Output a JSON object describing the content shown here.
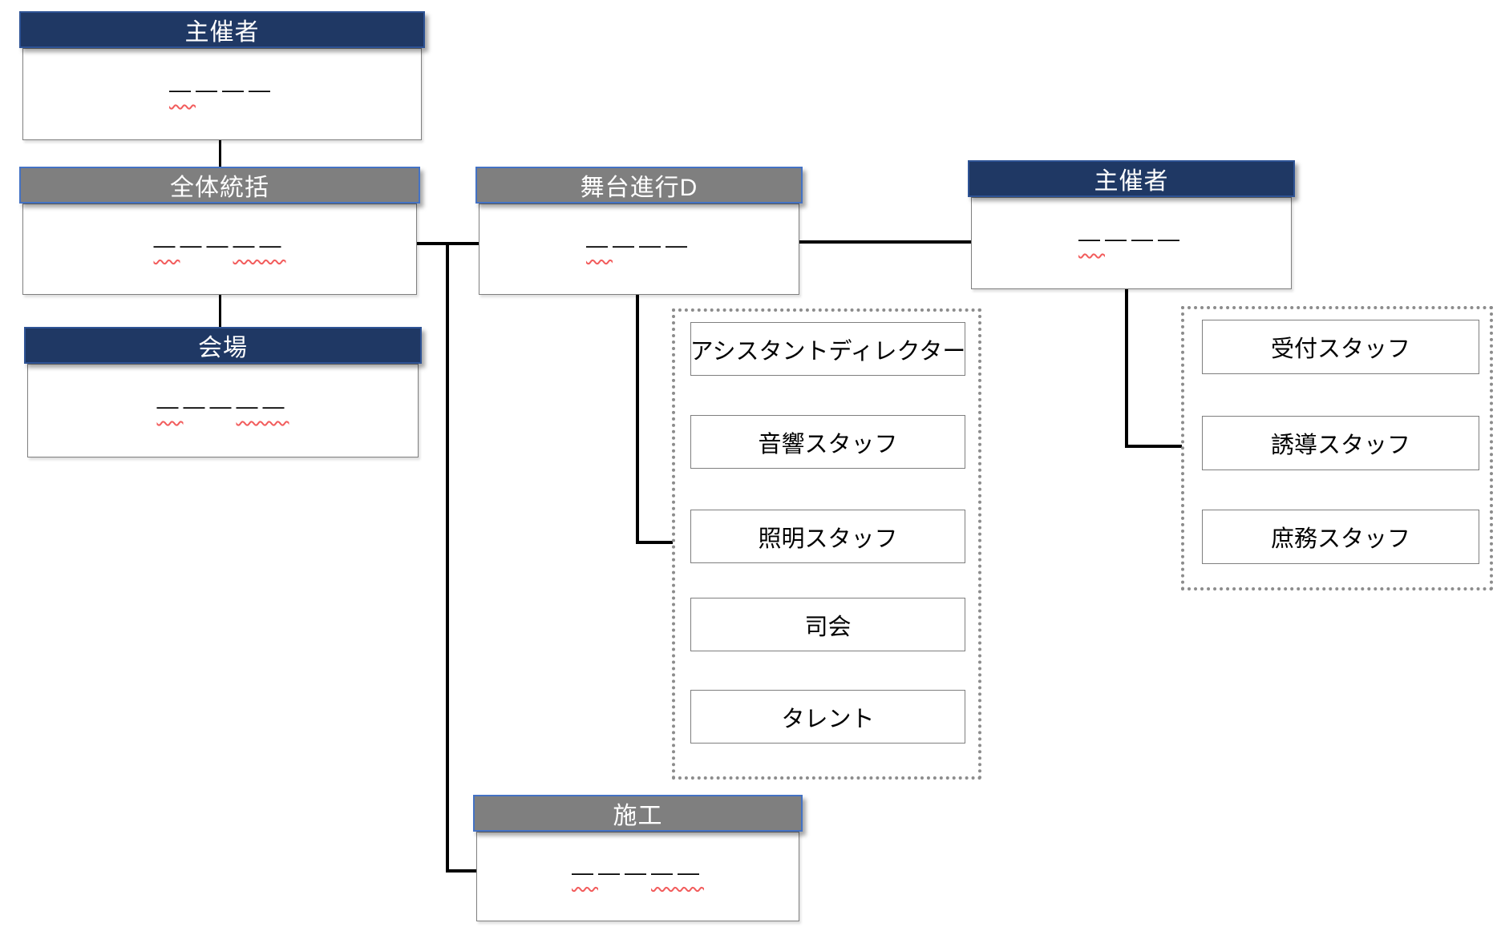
{
  "diagram": {
    "boxes": {
      "organizer_top": {
        "title": "主催者",
        "name_parts": [
          {
            "text": "—",
            "wavy": true
          },
          {
            "text": "———",
            "wavy": false
          }
        ]
      },
      "overall_control": {
        "title": "全体統括",
        "name_parts": [
          {
            "text": "—",
            "wavy": true
          },
          {
            "text": "——",
            "wavy": false
          },
          {
            "text": "——",
            "wavy": true
          }
        ]
      },
      "venue": {
        "title": "会場",
        "name_parts": [
          {
            "text": "—",
            "wavy": true
          },
          {
            "text": "——",
            "wavy": false
          },
          {
            "text": "——",
            "wavy": true
          }
        ]
      },
      "stage_director": {
        "title": "舞台進行D",
        "name_parts": [
          {
            "text": "—",
            "wavy": true
          },
          {
            "text": "———",
            "wavy": false
          }
        ]
      },
      "construction": {
        "title": "施工",
        "name_parts": [
          {
            "text": "—",
            "wavy": true
          },
          {
            "text": "——",
            "wavy": false
          },
          {
            "text": "——",
            "wavy": true
          }
        ]
      },
      "organizer_right": {
        "title": "主催者",
        "name_parts": [
          {
            "text": "—",
            "wavy": true
          },
          {
            "text": "———",
            "wavy": false
          }
        ]
      }
    },
    "stage_staff_group": {
      "items": [
        {
          "label": "アシスタントディレクター"
        },
        {
          "label": "音響スタッフ"
        },
        {
          "label": "照明スタッフ"
        },
        {
          "label": "司会"
        },
        {
          "label": "タレント"
        }
      ]
    },
    "reception_staff_group": {
      "items": [
        {
          "label": "受付スタッフ"
        },
        {
          "label": "誘導スタッフ"
        },
        {
          "label": "庶務スタッフ"
        }
      ]
    },
    "colors": {
      "navy_header": "#1f3864",
      "navy_border": "#2e5395",
      "gray_header": "#7f7f7f",
      "gray_border": "#4472c4",
      "connector": "#000000",
      "squiggle": "#f25c5c",
      "dotted_border": "#8c8c8c"
    }
  }
}
